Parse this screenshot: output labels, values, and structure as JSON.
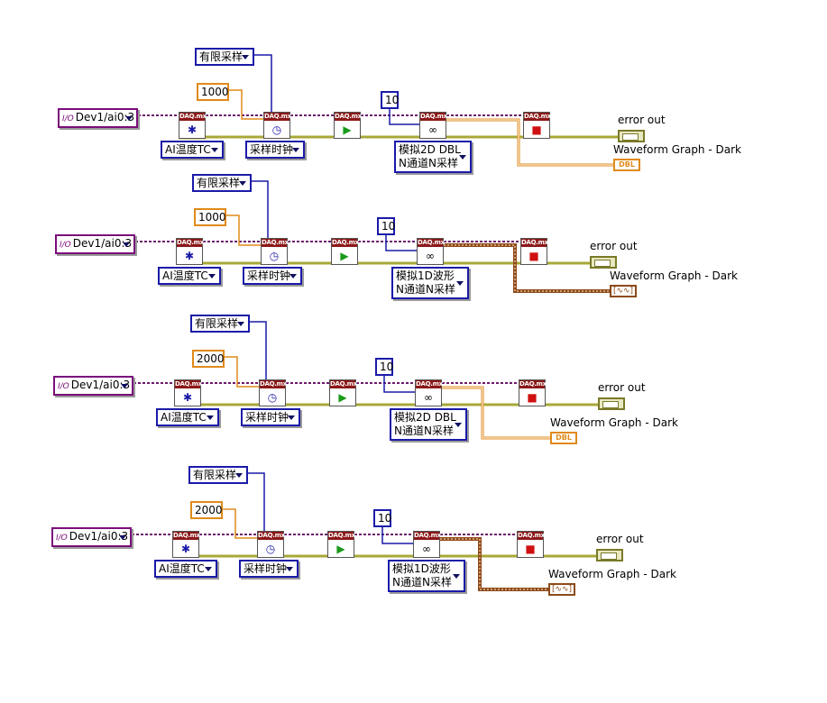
{
  "diagrams": [
    {
      "channel": "Dev1/ai0:3",
      "sample_mode": "有限采样",
      "rate": "1000",
      "samples": "10",
      "channel_type": "AI温度TC",
      "timing": "采样时钟",
      "read_mode_line1": "模拟2D DBL",
      "read_mode_line2": "N通道N采样",
      "error_label": "error out",
      "graph_label": "Waveform Graph - Dark",
      "graph_type": "DBL"
    },
    {
      "channel": "Dev1/ai0:3",
      "sample_mode": "有限采样",
      "rate": "1000",
      "samples": "10",
      "channel_type": "AI温度TC",
      "timing": "采样时钟",
      "read_mode_line1": "模拟1D波形",
      "read_mode_line2": "N通道N采样",
      "error_label": "error out",
      "graph_label": "Waveform Graph - Dark",
      "graph_type": "wfm"
    },
    {
      "channel": "Dev1/ai0:3",
      "sample_mode": "有限采样",
      "rate": "2000",
      "samples": "10",
      "channel_type": "AI温度TC",
      "timing": "采样时钟",
      "read_mode_line1": "模拟2D DBL",
      "read_mode_line2": "N通道N采样",
      "error_label": "error out",
      "graph_label": "Waveform Graph - Dark",
      "graph_type": "DBL"
    },
    {
      "channel": "Dev1/ai0:3",
      "sample_mode": "有限采样",
      "rate": "2000",
      "samples": "10",
      "channel_type": "AI温度TC",
      "timing": "采样时钟",
      "read_mode_line1": "模拟1D波形",
      "read_mode_line2": "N通道N采样",
      "error_label": "error out",
      "graph_label": "Waveform Graph - Dark",
      "graph_type": "wfm"
    }
  ],
  "vi_header": "DAQ.mx",
  "io_glyph": "I/O",
  "dbl_text": "DBL",
  "wfm_text": "[∿∿]",
  "colors": {
    "task_wire": "#6b1a6b",
    "error_wire": "#a8a838",
    "numeric_wire": "#e08a1a",
    "enum_wire": "#1a1aa8",
    "waveform_wire": "#8c4a1a"
  }
}
